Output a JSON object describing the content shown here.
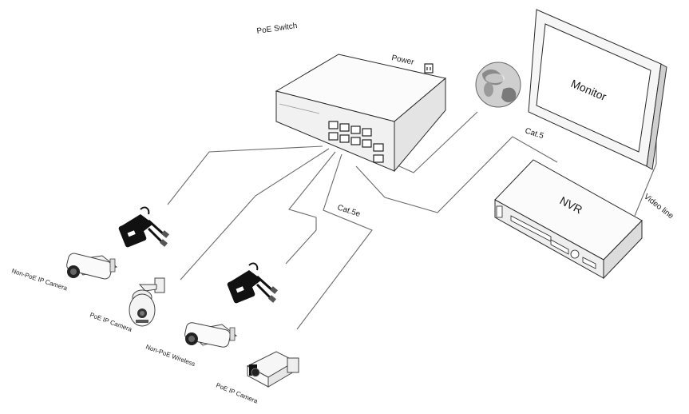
{
  "labels": {
    "poe_switch": "PoE  Switch",
    "power": "Power",
    "monitor": "Monitor",
    "nvr": "NVR",
    "cat5": "Cat.5",
    "cat5e": "Cat.5e",
    "video_line": "Video line",
    "non_poe_ip_camera": "Non-PoE IP Camera",
    "poe_ip_camera_dome": "PoE IP Camera",
    "non_poe_wireless": "Non-PoE Wireless",
    "poe_ip_camera_bullet": "PoE IP Camera"
  },
  "icons": [
    "globe-icon",
    "power-plug-icon",
    "poe-injector-icon",
    "bullet-camera-icon",
    "dome-camera-icon"
  ],
  "colors": {
    "line": "#6a6a6a",
    "device_outline": "#2a2a2a",
    "device_fill": "#f4f4f4",
    "dark": "#111111"
  }
}
